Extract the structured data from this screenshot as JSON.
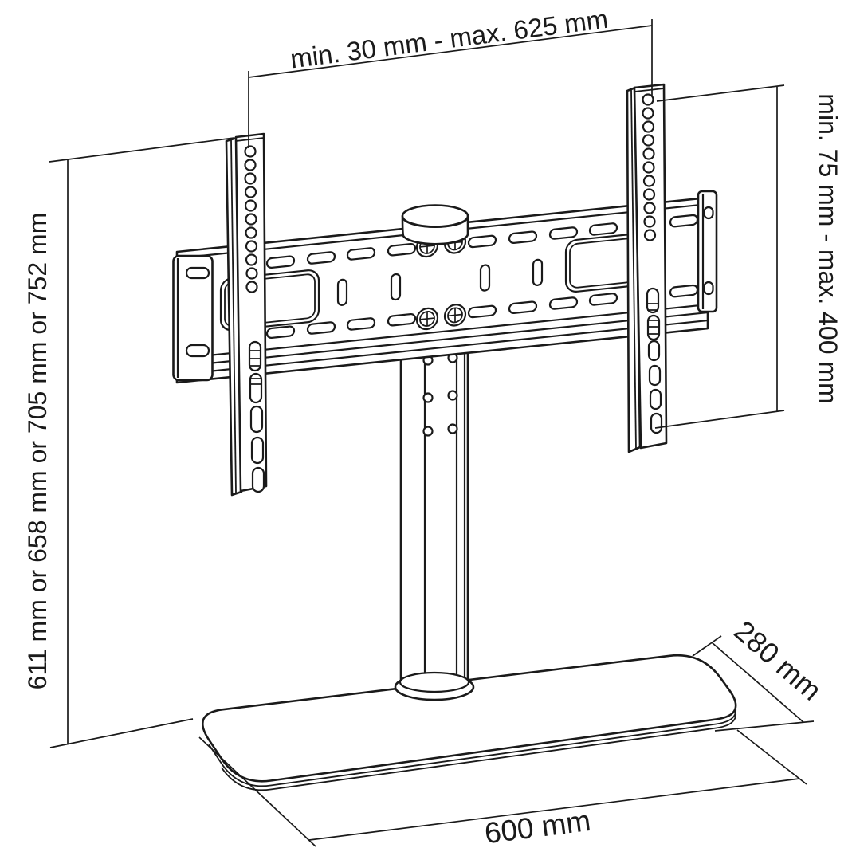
{
  "drawing": {
    "subject": "tabletop TV stand with swivel VESA mount - dimension drawing",
    "line_color": "#1a1a1a",
    "background_color": "#ffffff"
  },
  "dimensions": {
    "top_width_range": "min. 30 mm - max. 625 mm",
    "left_height_options": "611 mm or 658 mm or 705 mm or 752 mm",
    "right_vesa_height_range": "min. 75 mm - max. 400 mm",
    "base_depth": "280 mm",
    "base_width": "600 mm"
  }
}
